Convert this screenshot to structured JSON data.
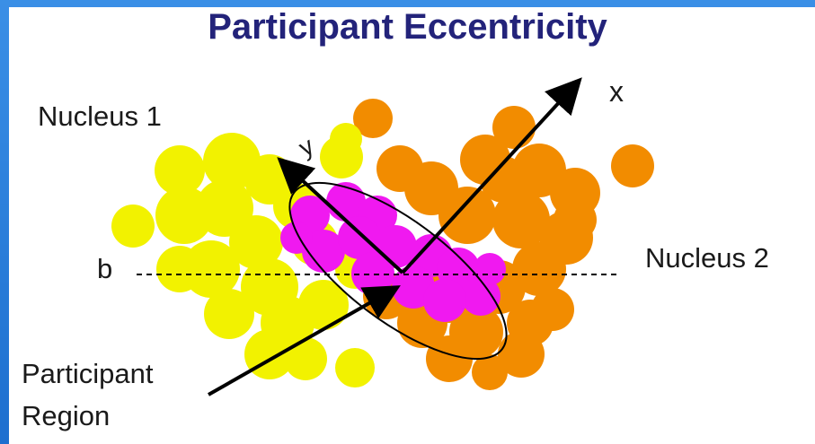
{
  "title": "Participant Eccentricity",
  "labels": {
    "nucleus1": "Nucleus 1",
    "nucleus2": "Nucleus 2",
    "impact_parameter": "b",
    "x_axis": "x",
    "y_axis": "y",
    "participant_region_line1": "Participant",
    "participant_region_line2": "Region"
  },
  "colors": {
    "nucleus1": "#f2f200",
    "nucleus2": "#f28c00",
    "participant": "#f019f0",
    "frame": "#2a7fd6",
    "title": "#23237a"
  }
}
